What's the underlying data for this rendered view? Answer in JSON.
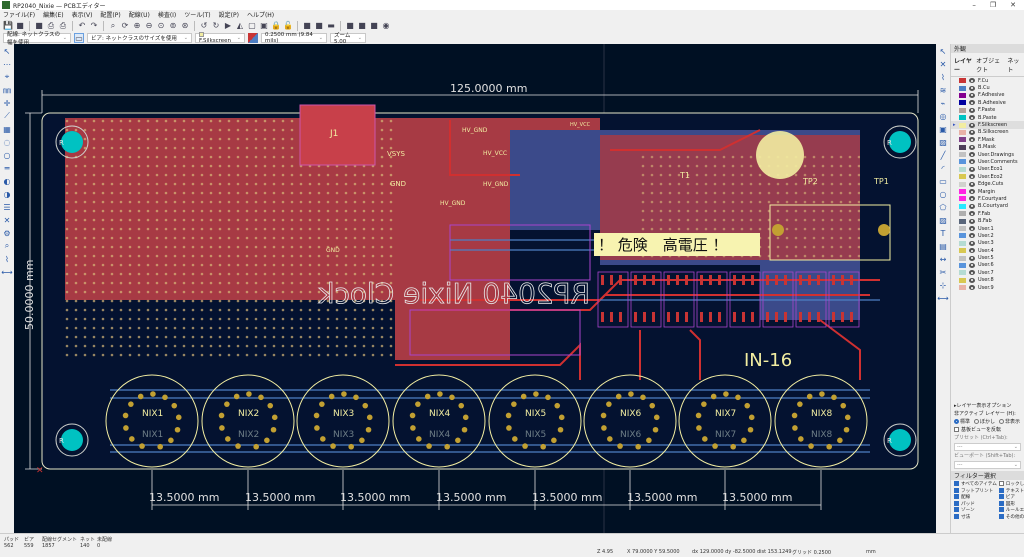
{
  "window": {
    "title": "RP2040_Nixie — PCBエディター",
    "minimize": "–",
    "maximize": "❐",
    "close": "✕"
  },
  "menu": [
    "ファイル(F)",
    "編集(E)",
    "表示(V)",
    "配置(P)",
    "配線(U)",
    "検査(I)",
    "ツール(T)",
    "設定(P)",
    "ヘルプ(H)"
  ],
  "toolbar": {
    "icons": [
      "save-icon",
      "board-setup-icon",
      "page-settings-icon",
      "print-icon",
      "plot-icon",
      "undo-icon",
      "redo-icon",
      "find-icon",
      "redraw-icon",
      "zoom-in-icon",
      "zoom-out-icon",
      "zoom-fit-icon",
      "zoom-objects-icon",
      "zoom-selection-icon",
      "rotate-ccw-icon",
      "rotate-cw-icon",
      "flip-icon",
      "mirror-icon",
      "group-icon",
      "ungroup-icon",
      "lock-icon",
      "unlock-icon",
      "netlist-icon",
      "drc-icon",
      "3d-viewer-icon",
      "footprint-editor-icon",
      "scripting-icon",
      "plugin-icon",
      "python-icon"
    ],
    "track_width": "配線: ネットクラスの幅を使用",
    "via_size": "ビア: ネットクラスのサイズを使用",
    "active_layer": "F.Silkscreen",
    "active_layer_color": "#f2eda1",
    "grid": "0.2500 mm (9.84 mils)",
    "zoom": "ズーム 5.00"
  },
  "board": {
    "dim_width": "125.0000 mm",
    "dim_height": "50.0000 mm",
    "dim_spacing": [
      "13.5000 mm",
      "13.5000 mm",
      "13.5000 mm",
      "13.5000 mm",
      "13.5000 mm",
      "13.5000 mm",
      "13.5000 mm"
    ],
    "nixies": [
      "NIX1",
      "NIX2",
      "NIX3",
      "NIX4",
      "NIX5",
      "NIX6",
      "NIX7",
      "NIX8"
    ],
    "warning": "！ 危険　高電圧 ！",
    "tube_type": "IN-16",
    "mirrored_title": "RP2040 Nixie Clock",
    "labels": {
      "j1": "J1",
      "vsys": "VSYS",
      "gnd": "GND",
      "gnd2": "GND",
      "hv_gnd": "HV_GND",
      "hv_gnd2": "HV_GND",
      "hv_gnd3": "HV_GND",
      "hv_vcc": "HV_VCC",
      "hv_vcc2": "HV_VCC",
      "t1": "T1",
      "tp1": "TP1",
      "tp2": "TP2",
      "mount": "R"
    },
    "colors": {
      "background": "#001023",
      "fcu": "#c83434",
      "bcu": "#4d7fc4",
      "silk": "#f2eda1",
      "edge": "#d0d2cd",
      "pad": "#c2a032",
      "hole": "#00c2c2"
    }
  },
  "panel": {
    "title": "外観",
    "tabs": [
      "レイヤー",
      "オブジェクト",
      "ネット"
    ],
    "layers": [
      {
        "name": "F.Cu",
        "color": "#c83434"
      },
      {
        "name": "B.Cu",
        "color": "#4d7fc4"
      },
      {
        "name": "F.Adhesive",
        "color": "#84008f"
      },
      {
        "name": "B.Adhesive",
        "color": "#0000a0"
      },
      {
        "name": "F.Paste",
        "color": "#b4a09a"
      },
      {
        "name": "B.Paste",
        "color": "#00c2c2"
      },
      {
        "name": "F.Silkscreen",
        "color": "#f2eda1",
        "active": true
      },
      {
        "name": "B.Silkscreen",
        "color": "#e8b2a7"
      },
      {
        "name": "F.Mask",
        "color": "#7f3f89"
      },
      {
        "name": "B.Mask",
        "color": "#4d3e59"
      },
      {
        "name": "User.Drawings",
        "color": "#c2c2c2"
      },
      {
        "name": "User.Comments",
        "color": "#5994dc"
      },
      {
        "name": "User.Eco1",
        "color": "#b5dbd2"
      },
      {
        "name": "User.Eco2",
        "color": "#d8c852"
      },
      {
        "name": "Edge.Cuts",
        "color": "#d0d2cd"
      },
      {
        "name": "Margin",
        "color": "#ff26e2"
      },
      {
        "name": "F.Courtyard",
        "color": "#ff26e2"
      },
      {
        "name": "B.Courtyard",
        "color": "#26e9ff"
      },
      {
        "name": "F.Fab",
        "color": "#afafaf"
      },
      {
        "name": "B.Fab",
        "color": "#58657a"
      },
      {
        "name": "User.1",
        "color": "#c2c2c2"
      },
      {
        "name": "User.2",
        "color": "#5994dc"
      },
      {
        "name": "User.3",
        "color": "#b5dbd2"
      },
      {
        "name": "User.4",
        "color": "#d8c852"
      },
      {
        "name": "User.5",
        "color": "#c2c2c2"
      },
      {
        "name": "User.6",
        "color": "#5994dc"
      },
      {
        "name": "User.7",
        "color": "#b5dbd2"
      },
      {
        "name": "User.8",
        "color": "#d8c852"
      },
      {
        "name": "User.9",
        "color": "#e8b2a7"
      }
    ],
    "display_options": "▸レイヤー表示オプション",
    "inactive_label": "非アクティブ レイヤー (H):",
    "inactive_options": [
      "標準",
      "ぼかし",
      "非表示"
    ],
    "flip_view": "基板ビューを反転",
    "preset_label": "プリセット (Ctrl+Tab):",
    "preset_value": "---",
    "viewport_label": "ビューポート (Shift+Tab):",
    "viewport_value": "---",
    "filter_title": "フィルター選択",
    "filters": [
      "すべてのアイテム",
      "ロックしたアイテム",
      "フットプリント",
      "テキスト",
      "配線",
      "ビア",
      "パッド",
      "図形",
      "ゾーン",
      "ルールエリア",
      "寸法",
      "その他のアイテム"
    ]
  },
  "status": {
    "stats": [
      {
        "label": "パッド",
        "value": "562"
      },
      {
        "label": "ビア",
        "value": "559"
      },
      {
        "label": "配線セグメント",
        "value": "1857"
      },
      {
        "label": "ネット",
        "value": "140"
      },
      {
        "label": "未配線",
        "value": "0"
      }
    ],
    "zoom": "Z 4.95",
    "cursor": "X 79.0000  Y 59.5000",
    "delta": "dx 129.0000  dy -82.5000  dist 153.1249",
    "grid": "グリッド 0.2500",
    "units": "mm"
  }
}
